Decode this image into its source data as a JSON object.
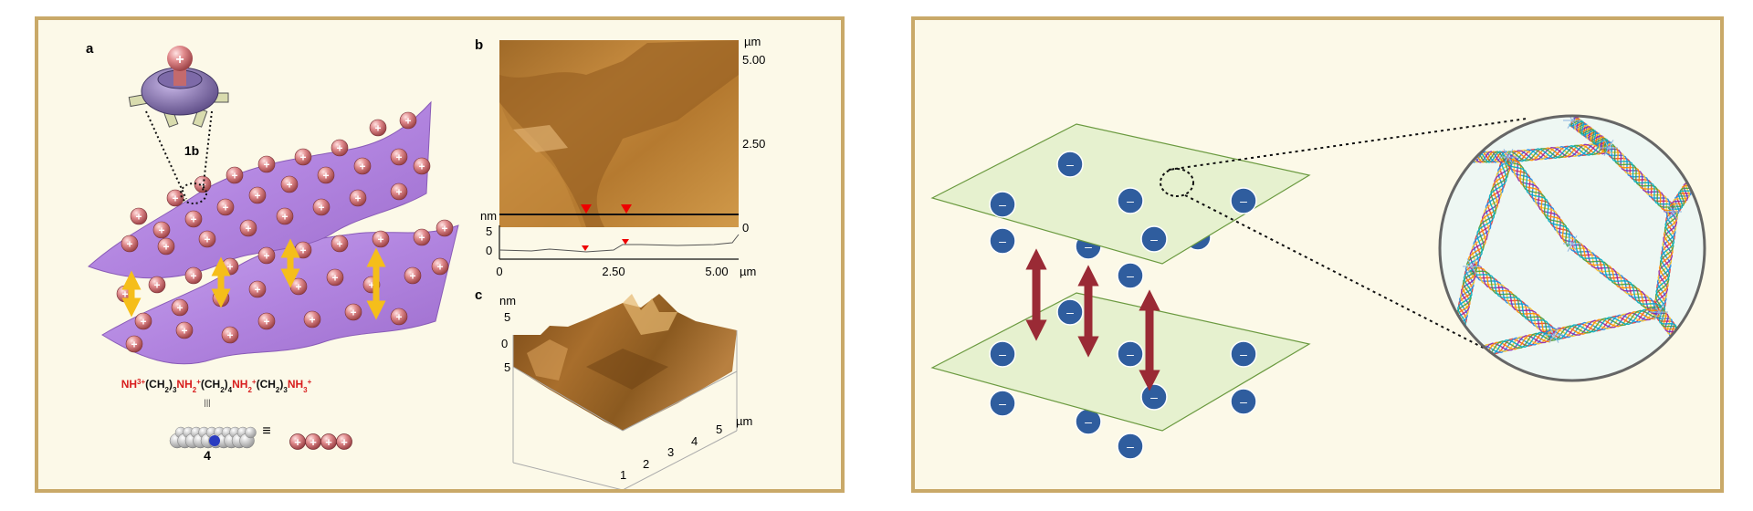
{
  "figure_left": {
    "panel_a": {
      "label": "a",
      "molecule_label": "1b",
      "formula": [
        {
          "text": "NH",
          "red": true
        },
        {
          "text": "3",
          "sup": true,
          "red": true
        },
        {
          "text": "+",
          "sup": true,
          "red": true
        },
        {
          "text": "(CH",
          "red": false
        },
        {
          "text": "2",
          "sub": true,
          "red": false
        },
        {
          "text": ")",
          "red": false
        },
        {
          "text": "3",
          "sub": true,
          "red": false
        },
        {
          "text": "NH",
          "red": true
        },
        {
          "text": "2",
          "sub": true,
          "red": true
        },
        {
          "text": "+",
          "sup": true,
          "red": true
        },
        {
          "text": "(CH",
          "red": false
        },
        {
          "text": "2",
          "sub": true,
          "red": false
        },
        {
          "text": ")",
          "red": false
        },
        {
          "text": "4",
          "sub": true,
          "red": false
        },
        {
          "text": "NH",
          "red": true
        },
        {
          "text": "2",
          "sub": true,
          "red": true
        },
        {
          "text": "+",
          "sup": true,
          "red": true
        },
        {
          "text": "(CH",
          "red": false
        },
        {
          "text": "2",
          "sub": true,
          "red": false
        },
        {
          "text": ")",
          "red": false
        },
        {
          "text": "3",
          "sub": true,
          "red": false
        },
        {
          "text": "NH",
          "red": true
        },
        {
          "text": "3",
          "sub": true,
          "red": true
        },
        {
          "text": "+",
          "sup": true,
          "red": true
        }
      ],
      "triple_bar": "|||",
      "equiv": "≡",
      "compound_label": "4",
      "charge": "+"
    },
    "panel_b": {
      "label": "b",
      "unit": "µm",
      "y_ticks": [
        "5.00",
        "2.50"
      ],
      "nm_label": "nm",
      "profile_y_ticks": [
        "5",
        "0"
      ],
      "right_zero": "0",
      "x_ticks": [
        "0",
        "2.50",
        "5.00"
      ],
      "x_unit": "µm"
    },
    "panel_c": {
      "label": "c",
      "nm_label": "nm",
      "z_ticks": [
        "5",
        "0",
        "5"
      ],
      "x_ticks": [
        "1",
        "2",
        "3",
        "4",
        "5"
      ],
      "unit": "µm"
    }
  },
  "figure_right": {
    "charge": "–"
  },
  "colors": {
    "frame": "#c9a968",
    "panel_bg": "#fcf9e8",
    "sheet_purple": "#b58be0",
    "ball_pink": "#d9777a",
    "arrow_yellow": "#f5be1a",
    "afm_brown": "#b57a30",
    "sheet_green": "#e6f1cf",
    "bead_blue": "#2f5d9e",
    "arrow_maroon": "#9a2a35",
    "formula_red": "#d81e1e"
  }
}
